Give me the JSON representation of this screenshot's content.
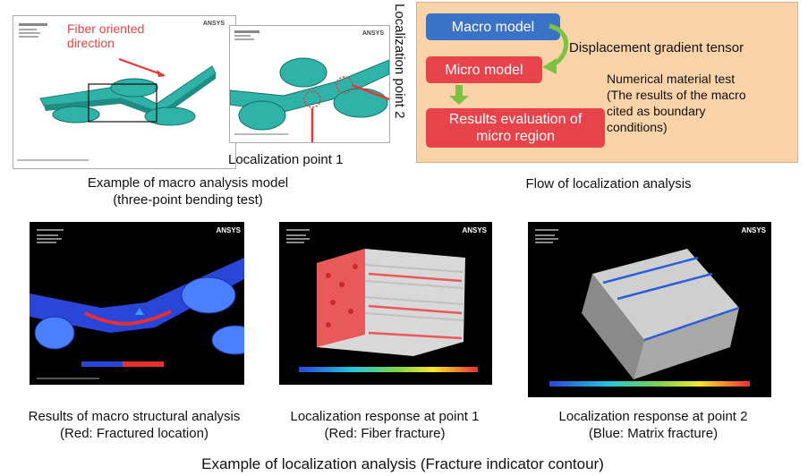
{
  "macro_model": {
    "fiber_label": "Fiber oriented\ndirection",
    "loc_point_1": "Localization point 1",
    "loc_point_2": "Localization point 2",
    "ansys_word": "ANSYS",
    "caption": "Example  of macro analysis model\n(three-point bending test)"
  },
  "flow": {
    "macro_model": "Macro model",
    "micro_model": "Micro model",
    "results": "Results evaluation of\nmicro region",
    "displacement": "Displacement gradient tensor",
    "numerical_test": "Numerical material test\n(The results of the macro\ncited as boundary\nconditions)",
    "caption": "Flow of localization analysis",
    "colors": {
      "blue": "#3a72c8",
      "red": "#e8424a",
      "green": "#7dc242",
      "bg": "#fbd3a8"
    }
  },
  "results": {
    "panel1_caption": "Results of macro structural analysis\n(Red: Fractured location)",
    "panel2_caption": "Localization response at point 1\n(Red: Fiber fracture)",
    "panel3_caption": "Localization response at point 2\n(Blue: Matrix fracture)",
    "ansys_word": "ANSYS",
    "main_caption": "Example of localization analysis (Fracture indicator contour)"
  }
}
